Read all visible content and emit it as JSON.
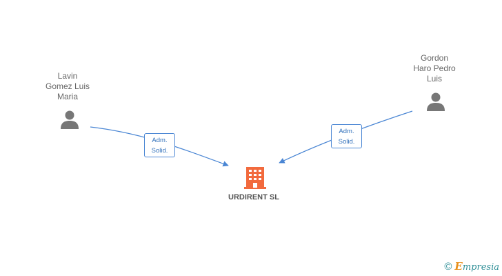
{
  "persons": [
    {
      "id": "lavin",
      "name_lines": [
        "Lavin",
        "Gomez Luis",
        "Maria"
      ],
      "role_lines": [
        "Adm.",
        "Solid."
      ]
    },
    {
      "id": "gordon",
      "name_lines": [
        "Gordon",
        "Haro Pedro",
        "Luis"
      ],
      "role_lines": [
        "Adm.",
        "Solid."
      ]
    }
  ],
  "company": {
    "name": "URDIRENT SL",
    "icon": "building-icon"
  },
  "footer": {
    "copyright": "©",
    "brand_initial": "E",
    "brand_rest": "mpresia"
  },
  "colors": {
    "edge": "#4a86d4",
    "person": "#777777",
    "company": "#f26a3d",
    "brand": "#2f8f97"
  }
}
